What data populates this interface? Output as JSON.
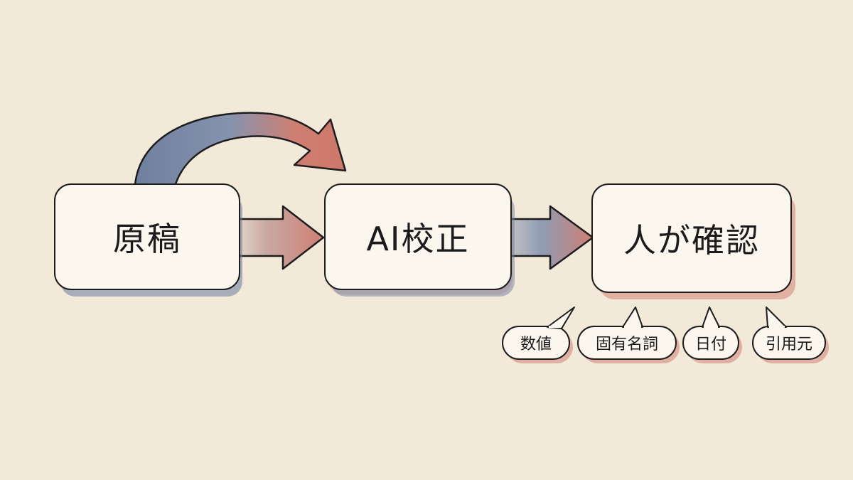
{
  "flow": {
    "steps": [
      {
        "label": "原稿"
      },
      {
        "label": "AI校正"
      },
      {
        "label": "人が確認"
      }
    ],
    "check_items": [
      "数値",
      "固有名詞",
      "日付",
      "引用元"
    ]
  },
  "colors": {
    "background": "#f3e9d9",
    "box_fill": "#fbf6ee",
    "outline": "#1d1d1d",
    "arrow_start": "#6f7f9e",
    "arrow_end": "#cf7f72"
  }
}
